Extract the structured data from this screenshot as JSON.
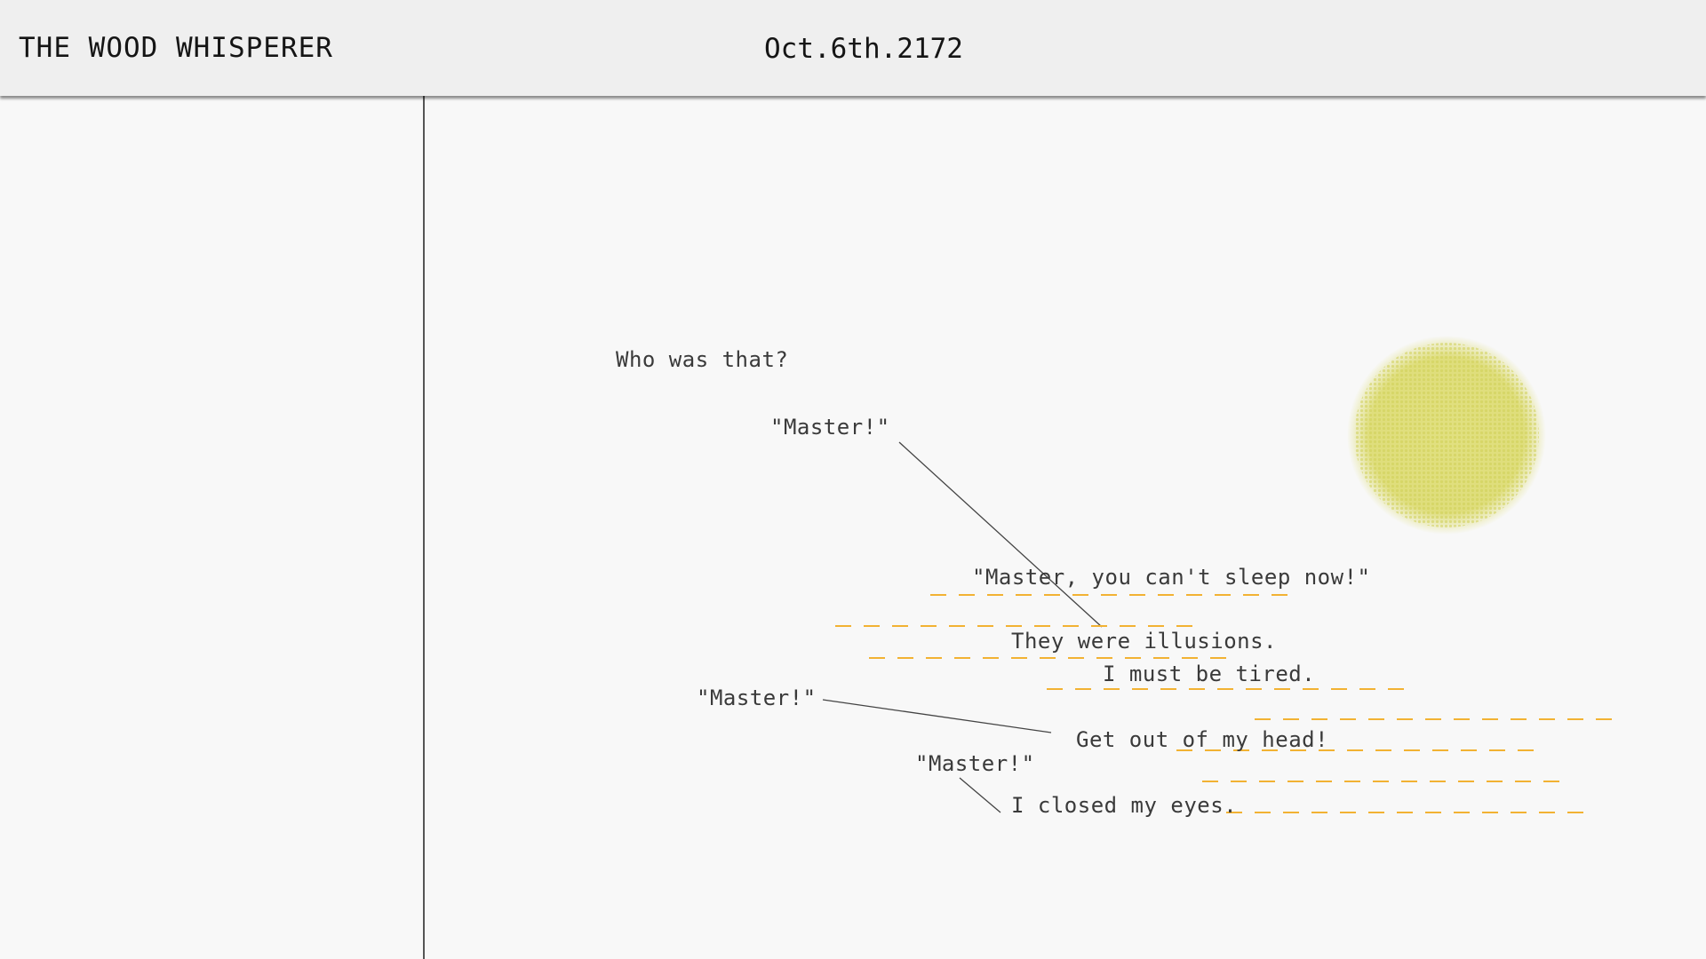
{
  "header": {
    "title": "THE WOOD WHISPERER",
    "date": "Oct.6th.2172"
  },
  "scene": {
    "lines": {
      "who": "Who was that?",
      "master1": "\"Master!\"",
      "sleep": "\"Master, you can't sleep now!\"",
      "illusions": "They were illusions.",
      "tired": "I must be tired.",
      "master2": "\"Master!\"",
      "head": "Get out of my head!",
      "master3": "\"Master!\"",
      "eyes": "I closed my eyes."
    },
    "colors": {
      "dash": "#f2b233",
      "sun": "#d9d86a",
      "connector": "#444444"
    }
  }
}
